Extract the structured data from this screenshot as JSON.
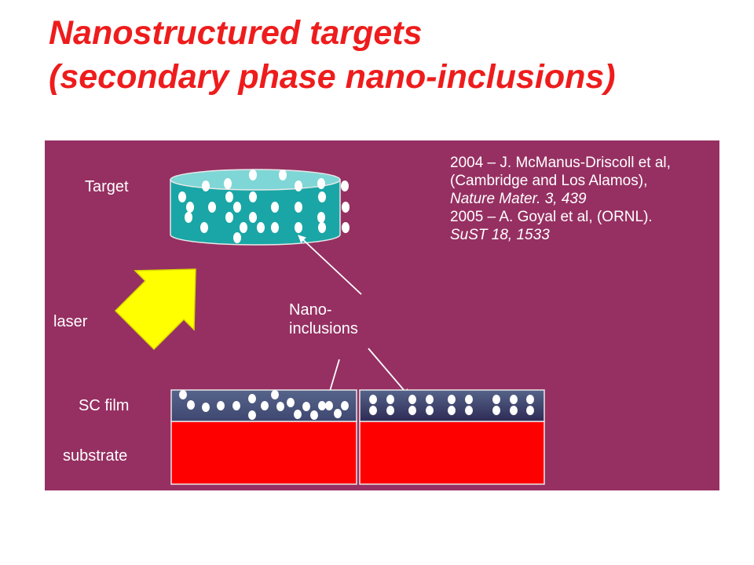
{
  "title": {
    "line1": "Nanostructured targets",
    "line2": "(secondary phase nano-inclusions)"
  },
  "labels": {
    "target": "Target",
    "laser": "laser",
    "nano_line1": "Nano-",
    "nano_line2": "inclusions",
    "sc_film": "SC film",
    "substrate": "substrate"
  },
  "references": [
    {
      "text": "2004 – J. McManus-Driscoll et al,",
      "italic": false
    },
    {
      "text": "(Cambridge and Los Alamos),",
      "italic": false
    },
    {
      "text": "Nature Mater. 3, 439",
      "italic": true
    },
    {
      "text": "2005 – A. Goyal et al, (ORNL).",
      "italic": false
    },
    {
      "text": "SuST 18, 1533",
      "italic": true
    }
  ],
  "colors": {
    "title": "#ee1c1c",
    "background_panel": "#963062",
    "target_cylinder": "#1aa6a6",
    "target_top": "#7fd6d6",
    "laser_arrow": "#ffff00",
    "film": "#4a5a80",
    "substrate": "#ff0000",
    "inclusion": "#ffffff"
  }
}
